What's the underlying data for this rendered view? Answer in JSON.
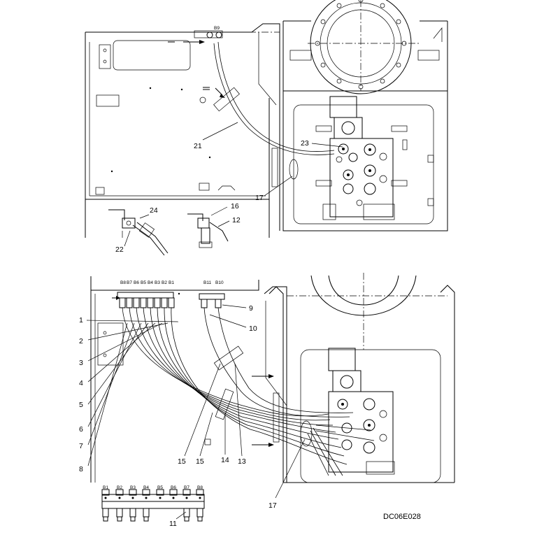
{
  "drawing_code": "DC06E028",
  "top_view": {
    "port_label": "B9",
    "callouts": {
      "c21": "21",
      "c23": "23",
      "c17": "17",
      "c24": "24",
      "c22": "22",
      "c16": "16",
      "c12": "12"
    }
  },
  "bottom_view": {
    "port_labels": {
      "b8": "B8",
      "b7": "B7",
      "b6": "B6",
      "b5": "B5",
      "b4": "B4",
      "b3": "B3",
      "b2": "B2",
      "b1": "B1",
      "b11": "B11",
      "b10": "B10"
    },
    "callouts": {
      "c1": "1",
      "c2": "2",
      "c3": "3",
      "c4": "4",
      "c5": "5",
      "c6": "6",
      "c7": "7",
      "c8": "8",
      "c9": "9",
      "c10": "10",
      "c13": "13",
      "c14": "14",
      "c15a": "15",
      "c15b": "15",
      "c17": "17"
    }
  },
  "manifold_detail": {
    "port_labels": [
      "B1",
      "B2",
      "B3",
      "B4",
      "B5",
      "B6",
      "B7",
      "B8"
    ],
    "callout": "11"
  },
  "colors": {
    "line": "#000000",
    "background": "#ffffff"
  }
}
